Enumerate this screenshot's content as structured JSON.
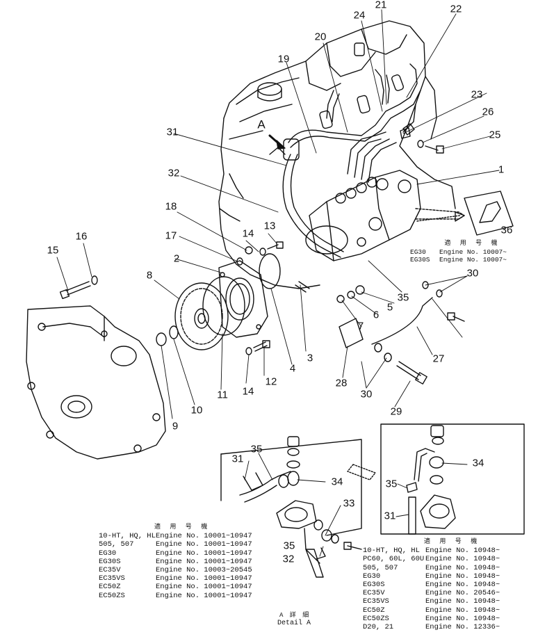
{
  "callouts": [
    {
      "id": "c1",
      "text": "1"
    },
    {
      "id": "c2",
      "text": "2"
    },
    {
      "id": "c3",
      "text": "3"
    },
    {
      "id": "c4",
      "text": "4"
    },
    {
      "id": "c5",
      "text": "5"
    },
    {
      "id": "c6",
      "text": "6"
    },
    {
      "id": "c7",
      "text": "7"
    },
    {
      "id": "c8",
      "text": "8"
    },
    {
      "id": "c9",
      "text": "9"
    },
    {
      "id": "c10",
      "text": "10"
    },
    {
      "id": "c11",
      "text": "11"
    },
    {
      "id": "c12",
      "text": "12"
    },
    {
      "id": "c13",
      "text": "13"
    },
    {
      "id": "c14a",
      "text": "14"
    },
    {
      "id": "c14b",
      "text": "14"
    },
    {
      "id": "c15",
      "text": "15"
    },
    {
      "id": "c16",
      "text": "16"
    },
    {
      "id": "c17",
      "text": "17"
    },
    {
      "id": "c18",
      "text": "18"
    },
    {
      "id": "c19",
      "text": "19"
    },
    {
      "id": "c20",
      "text": "20"
    },
    {
      "id": "c21",
      "text": "21"
    },
    {
      "id": "c22",
      "text": "22"
    },
    {
      "id": "c23",
      "text": "23"
    },
    {
      "id": "c24",
      "text": "24"
    },
    {
      "id": "c25",
      "text": "25"
    },
    {
      "id": "c26",
      "text": "26"
    },
    {
      "id": "c27",
      "text": "27"
    },
    {
      "id": "c28",
      "text": "28"
    },
    {
      "id": "c29",
      "text": "29"
    },
    {
      "id": "c30a",
      "text": "30"
    },
    {
      "id": "c30b",
      "text": "30"
    },
    {
      "id": "c31a",
      "text": "31"
    },
    {
      "id": "c31b",
      "text": "31"
    },
    {
      "id": "c31c",
      "text": "31"
    },
    {
      "id": "c32a",
      "text": "32"
    },
    {
      "id": "c32b",
      "text": "32"
    },
    {
      "id": "c33",
      "text": "33"
    },
    {
      "id": "c34a",
      "text": "34"
    },
    {
      "id": "c34b",
      "text": "34"
    },
    {
      "id": "c35a",
      "text": "35"
    },
    {
      "id": "c35b",
      "text": "35"
    },
    {
      "id": "c35c",
      "text": "35"
    },
    {
      "id": "c35d",
      "text": "35"
    },
    {
      "id": "c36",
      "text": "36"
    },
    {
      "id": "cA",
      "text": "A"
    }
  ],
  "detail_label": {
    "jp": "A 詳 細",
    "en": "Detail A"
  },
  "table_36": {
    "header": "適 用 号 機",
    "rows": [
      {
        "model": "EG30",
        "serial": "Engine No. 10007~"
      },
      {
        "model": "EG30S",
        "serial": "Engine No. 10007~"
      }
    ]
  },
  "table_left": {
    "header": "適 用 号 機",
    "rows": [
      {
        "model": "10-HT, HQ, HL",
        "serial": "Engine No. 10001~10947"
      },
      {
        "model": "505, 507",
        "serial": "Engine No. 10001~10947"
      },
      {
        "model": "EG30",
        "serial": "Engine No. 10001~10947"
      },
      {
        "model": "EG30S",
        "serial": "Engine No. 10001~10947"
      },
      {
        "model": "EC35V",
        "serial": "Engine No. 10003~20545"
      },
      {
        "model": "EC35VS",
        "serial": "Engine No. 10001~10947"
      },
      {
        "model": "EC50Z",
        "serial": "Engine No. 10001~10947"
      },
      {
        "model": "EC50ZS",
        "serial": "Engine No. 10001~10947"
      }
    ]
  },
  "table_right": {
    "header": "適 用 号 機",
    "rows": [
      {
        "model": "10-HT, HQ, HL",
        "serial": "Engine No. 10948~"
      },
      {
        "model": "PC60, 60L, 60U",
        "serial": "Engine No. 10948~"
      },
      {
        "model": "505, 507",
        "serial": "Engine No. 10948~"
      },
      {
        "model": "EG30",
        "serial": "Engine No. 10948~"
      },
      {
        "model": "EG30S",
        "serial": "Engine No. 10948~"
      },
      {
        "model": "EC35V",
        "serial": "Engine No. 20546~"
      },
      {
        "model": "EC35VS",
        "serial": "Engine No. 10948~"
      },
      {
        "model": "EC50Z",
        "serial": "Engine No. 10948~"
      },
      {
        "model": "EC50ZS",
        "serial": "Engine No. 10948~"
      },
      {
        "model": "D20, 21",
        "serial": "Engine No. 12336~"
      }
    ]
  }
}
